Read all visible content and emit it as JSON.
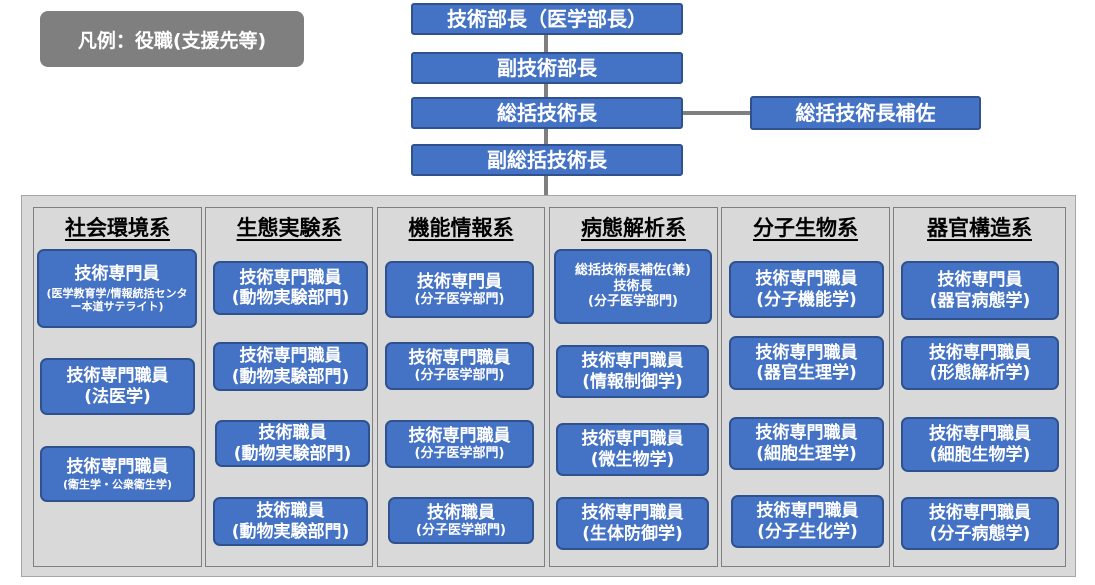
{
  "legend": "凡例：役職(支援先等)",
  "hierarchy": {
    "director": "技術部長（医学部長）",
    "vice_director": "副技術部長",
    "chief": "総括技術長",
    "chief_assistant": "総括技術長補佐",
    "vice_chief": "副総括技術長"
  },
  "columns": [
    {
      "title": "社会環境系",
      "staff": [
        {
          "role": "技術専門員",
          "dept": "(医学教育学/情報統括センター本道サテライト)"
        },
        {
          "role": "技術専門職員",
          "dept": "(法医学)"
        },
        {
          "role": "技術専門職員",
          "dept": "(衛生学・公衆衛生学)"
        }
      ]
    },
    {
      "title": "生態実験系",
      "staff": [
        {
          "role": "技術専門職員",
          "dept": "(動物実験部門)"
        },
        {
          "role": "技術専門職員",
          "dept": "(動物実験部門)"
        },
        {
          "role": "技術職員",
          "dept": "(動物実験部門)"
        },
        {
          "role": "技術職員",
          "dept": "(動物実験部門)"
        }
      ]
    },
    {
      "title": "機能情報系",
      "staff": [
        {
          "role": "技術専門員",
          "dept": "(分子医学部門)"
        },
        {
          "role": "技術専門職員",
          "dept": "(分子医学部門)"
        },
        {
          "role": "技術専門職員",
          "dept": "(分子医学部門)"
        },
        {
          "role": "技術職員",
          "dept": "(分子医学部門)"
        }
      ]
    },
    {
      "title": "病態解析系",
      "staff": [
        {
          "role_top": "総括技術長補佐(兼)",
          "role": "技術長",
          "dept": "(分子医学部門)"
        },
        {
          "role": "技術専門職員",
          "dept": "(情報制御学)"
        },
        {
          "role": "技術専門職員",
          "dept": "(微生物学)"
        },
        {
          "role": "技術専門職員",
          "dept": "(生体防御学)"
        }
      ]
    },
    {
      "title": "分子生物系",
      "staff": [
        {
          "role": "技術専門職員",
          "dept": "(分子機能学)"
        },
        {
          "role": "技術専門職員",
          "dept": "(器官生理学)"
        },
        {
          "role": "技術専門職員",
          "dept": "(細胞生理学)"
        },
        {
          "role": "技術専門職員",
          "dept": "(分子生化学)"
        }
      ]
    },
    {
      "title": "器官構造系",
      "staff": [
        {
          "role": "技術専門員",
          "dept": "(器官病態学)"
        },
        {
          "role": "技術専門職員",
          "dept": "(形態解析学)"
        },
        {
          "role": "技術専門職員",
          "dept": "(細胞生物学)"
        },
        {
          "role": "技術専門職員",
          "dept": "(分子病態学)"
        }
      ]
    }
  ]
}
